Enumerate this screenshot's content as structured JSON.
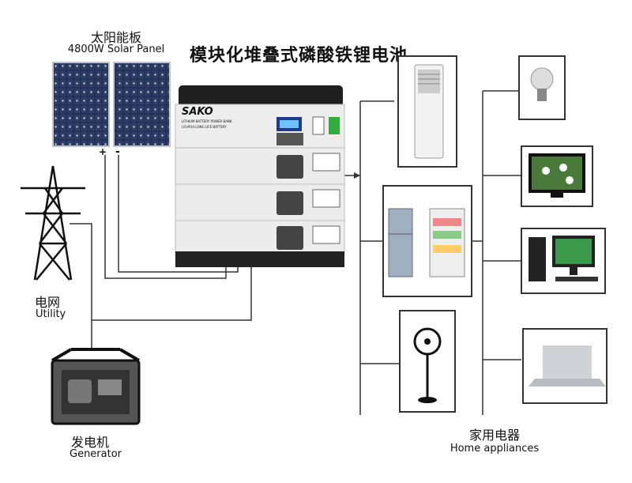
{
  "title": "模块化堆叠式磷酸铁锂电池",
  "solar": {
    "cn": "太阳能板",
    "en": "4800W Solar Panel",
    "plus": "+",
    "minus": "-"
  },
  "utility": {
    "cn": "电网",
    "en": "Utility"
  },
  "generator": {
    "cn": "发电机",
    "en": "Generator"
  },
  "appliances": {
    "cn": "家用电器",
    "en": "Home appliances"
  },
  "battery": {
    "brand": "SAKO",
    "label1": "LITHIUM BATTERY POWER BANK",
    "label2": "LiFePO4 LONG LIFE BATTERY",
    "colors": {
      "accent": "#2fae3a",
      "body": "#e9e9e9",
      "top": "#222222"
    }
  }
}
